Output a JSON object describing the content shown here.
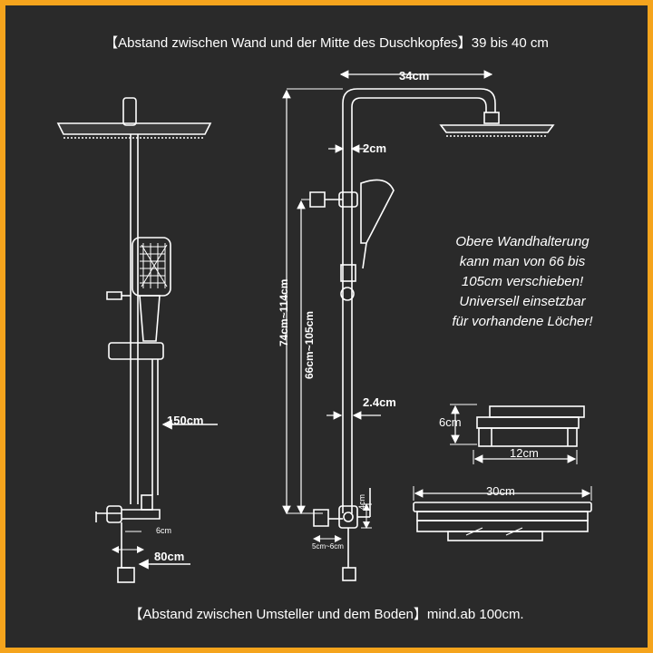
{
  "top_note": "【Abstand zwischen Wand und der Mitte des Duschkopfes】39 bis 40 cm",
  "bottom_note": "【Abstand zwischen Umsteller und dem Boden】mind.ab 100cm.",
  "side_note_lines": [
    "Obere Wandhalterung",
    "kann man von 66 bis",
    "105cm verschieben!",
    "Universell einsetzbar",
    "für vorhandene Löcher!"
  ],
  "dims": {
    "arm_width": "34cm",
    "pipe_width": "2cm",
    "height_total": "74cm~114cm",
    "height_bracket": "66cm~105cm",
    "bottom_pipe_width": "2.4cm",
    "hose_length": "150cm",
    "valve_offset": "6cm",
    "valve_spacing": "80cm",
    "valve_height": "4cm",
    "connector_spacing": "5cm~6cm",
    "bracket_height": "6cm",
    "bracket_depth": "12cm",
    "shelf_width": "30cm"
  },
  "colors": {
    "frame": "#f5a41d",
    "background": "#2a2a2a",
    "line": "#ffffff"
  }
}
